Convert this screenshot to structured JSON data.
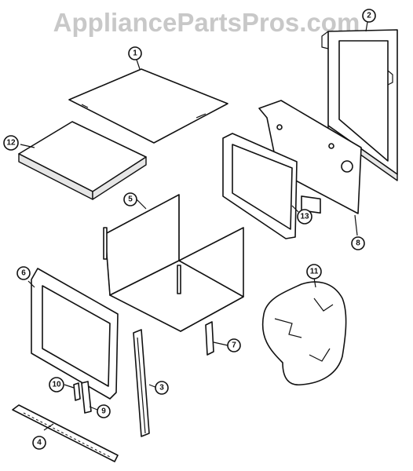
{
  "watermark": "AppliancePartsPros.com",
  "callouts": [
    {
      "id": "callout-1",
      "label": "1"
    },
    {
      "id": "callout-2",
      "label": "2"
    },
    {
      "id": "callout-3",
      "label": "3"
    },
    {
      "id": "callout-4",
      "label": "4"
    },
    {
      "id": "callout-5",
      "label": "5"
    },
    {
      "id": "callout-6",
      "label": "6"
    },
    {
      "id": "callout-7",
      "label": "7"
    },
    {
      "id": "callout-8",
      "label": "8"
    },
    {
      "id": "callout-9",
      "label": "9"
    },
    {
      "id": "callout-10",
      "label": "10"
    },
    {
      "id": "callout-11",
      "label": "11"
    },
    {
      "id": "callout-12",
      "label": "12"
    },
    {
      "id": "callout-13",
      "label": "13"
    }
  ]
}
